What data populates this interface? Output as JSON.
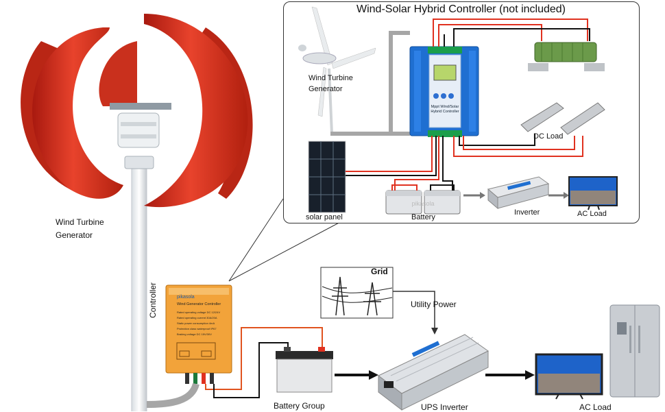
{
  "inset": {
    "title": "Wind-Solar Hybrid Controller (not included)",
    "turbine_label_1": "Wind Turbine",
    "turbine_label_2": "Generator",
    "controller_text_1": "Mppt Wind/Solar",
    "controller_text_2": "Hybrid Controller",
    "solar_panel": "solar panel",
    "battery": "Battery",
    "battery_brand": "pikasola",
    "dc_load": "DC Load",
    "inverter": "Inverter",
    "ac_load": "AC Load"
  },
  "main": {
    "turbine_label_1": "Wind Turbine",
    "turbine_label_2": "Generator",
    "controller": "Controller",
    "controller_brand": "pikasola",
    "controller_title": "Wind Generator Controller",
    "controller_specs": [
      "Rated operating voltage DC 12/24V",
      "Rated operating current 30A/20A",
      "Static power consumption 4mA",
      "Protection class waterproof IP67",
      "Braking voltage DC 15V/30V"
    ],
    "grid": "Grid",
    "utility_power": "Utility Power",
    "battery_group": "Battery Group",
    "ups_inverter": "UPS Inverter",
    "ac_load": "AC Load"
  },
  "colors": {
    "turbine_red": "#d9301c",
    "controller_blue": "#1f6fd1",
    "controller_orange": "#f2a33a",
    "wire_red": "#e0311f",
    "wire_black": "#111111",
    "wire_gray": "#a6a6a6",
    "resistor_green": "#6b9a4a",
    "inverter_silver": "#c9ccd1",
    "tv_blue": "#1e63c9"
  }
}
